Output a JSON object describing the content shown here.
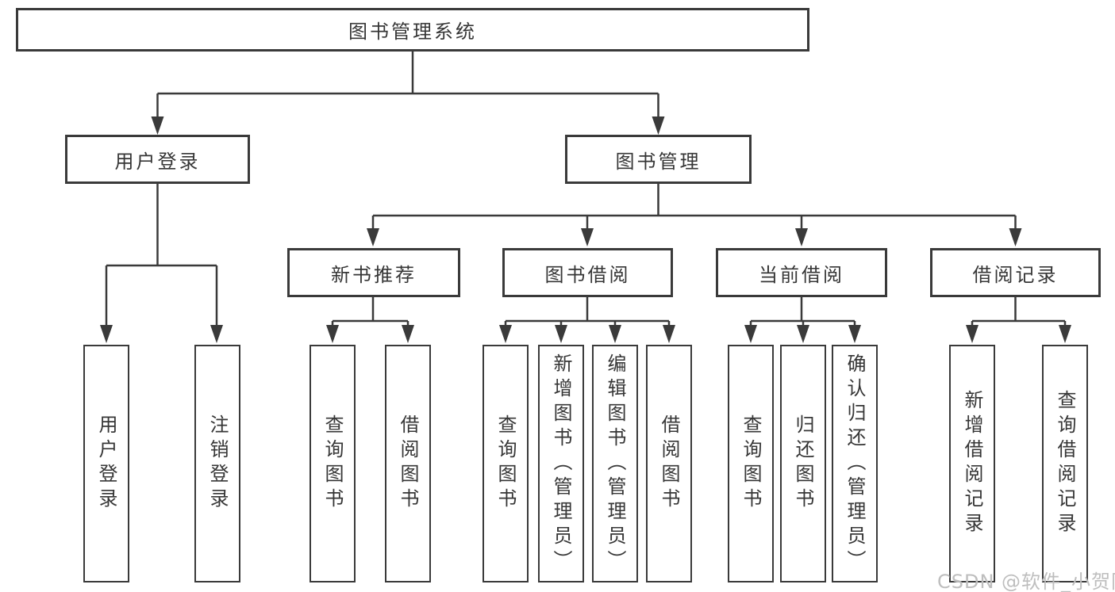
{
  "diagram": {
    "tree": {
      "label": "图书管理系统",
      "children": [
        {
          "label": "用户登录",
          "children": [
            {
              "label": "用户登录"
            },
            {
              "label": "注销登录"
            }
          ]
        },
        {
          "label": "图书管理",
          "children": [
            {
              "label": "新书推荐",
              "children": [
                {
                  "label": "查询图书"
                },
                {
                  "label": "借阅图书"
                }
              ]
            },
            {
              "label": "图书借阅",
              "children": [
                {
                  "label": "查询图书"
                },
                {
                  "label": "新增图书（管理员）"
                },
                {
                  "label": "编辑图书（管理员）"
                },
                {
                  "label": "借阅图书"
                }
              ]
            },
            {
              "label": "当前借阅",
              "children": [
                {
                  "label": "查询图书"
                },
                {
                  "label": "归还图书"
                },
                {
                  "label": "确认归还（管理员）"
                }
              ]
            },
            {
              "label": "借阅记录",
              "children": [
                {
                  "label": "新增借阅记录"
                },
                {
                  "label": "查询借阅记录"
                }
              ]
            }
          ]
        }
      ]
    },
    "watermark": "CSDN @软件_小贺同学",
    "colors": {
      "line": "#3a3a3a",
      "text": "#363636",
      "background": "#ffffff",
      "watermark": "#bababa"
    }
  }
}
